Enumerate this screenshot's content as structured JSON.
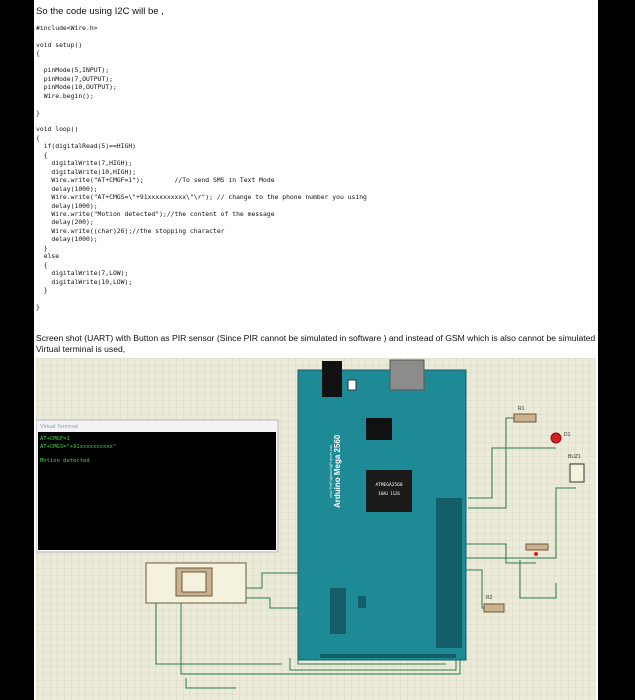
{
  "intro_text": "So the code using I2C will be ,",
  "code_lines": [
    "#include<Wire.h>",
    "",
    "void setup()",
    "{",
    "",
    "  pinMode(5,INPUT);",
    "  pinMode(7,OUTPUT);",
    "  pinMode(10,OUTPUT);",
    "  Wire.begin();",
    "",
    "}",
    "",
    "void loop()",
    "{",
    "  if(digitalRead(5)==HIGH)",
    "  {",
    "    digitalWrite(7,HIGH);",
    "    digitalWrite(10,HIGH);",
    "    Wire.write(\"AT+CMGF=1\");        //To send SMS in Text Mode",
    "    delay(1000);",
    "    Wire.write(\"AT+CMGS=\\\"+91xxxxxxxxxx\\\"\\r\"); // change to the phone number you using",
    "    delay(1000);",
    "    Wire.write(\"Motion detected\");//the content of the message",
    "    delay(200);",
    "    Wire.write((char)26);//the stopping character",
    "    delay(1000);",
    "  }",
    "  else",
    "  {",
    "    digitalWrite(7,LOW);",
    "    digitalWrite(10,LOW);",
    "  }",
    "",
    "}"
  ],
  "caption": "Screen shot (UART) with Button as PIR sensor (Since PIR cannot be simulated in software ) and instead of GSM which is also cannot be simulated Virtual terminal is used,",
  "virtual_terminal": {
    "title": "Virtual Terminal",
    "lines": [
      "AT+CMGF=1",
      "AT+CMGS=\"+91xxxxxxxxxx\"",
      "Motion detected"
    ]
  },
  "board": {
    "name": "Arduino Mega 2560",
    "url": "www.TheEngineeringProjects.com",
    "chip_label": "ATMEGA2560",
    "chip_sub": "16AU 1126"
  },
  "components": {
    "r1": "R1",
    "r2": "R2",
    "d1": "D1",
    "buzzer": "BUZ1"
  },
  "colors": {
    "board_teal": "#1e8a96",
    "grid_bg": "#ecead8",
    "terminal_text": "#3dd63d",
    "wire": "#2e7d4a"
  }
}
